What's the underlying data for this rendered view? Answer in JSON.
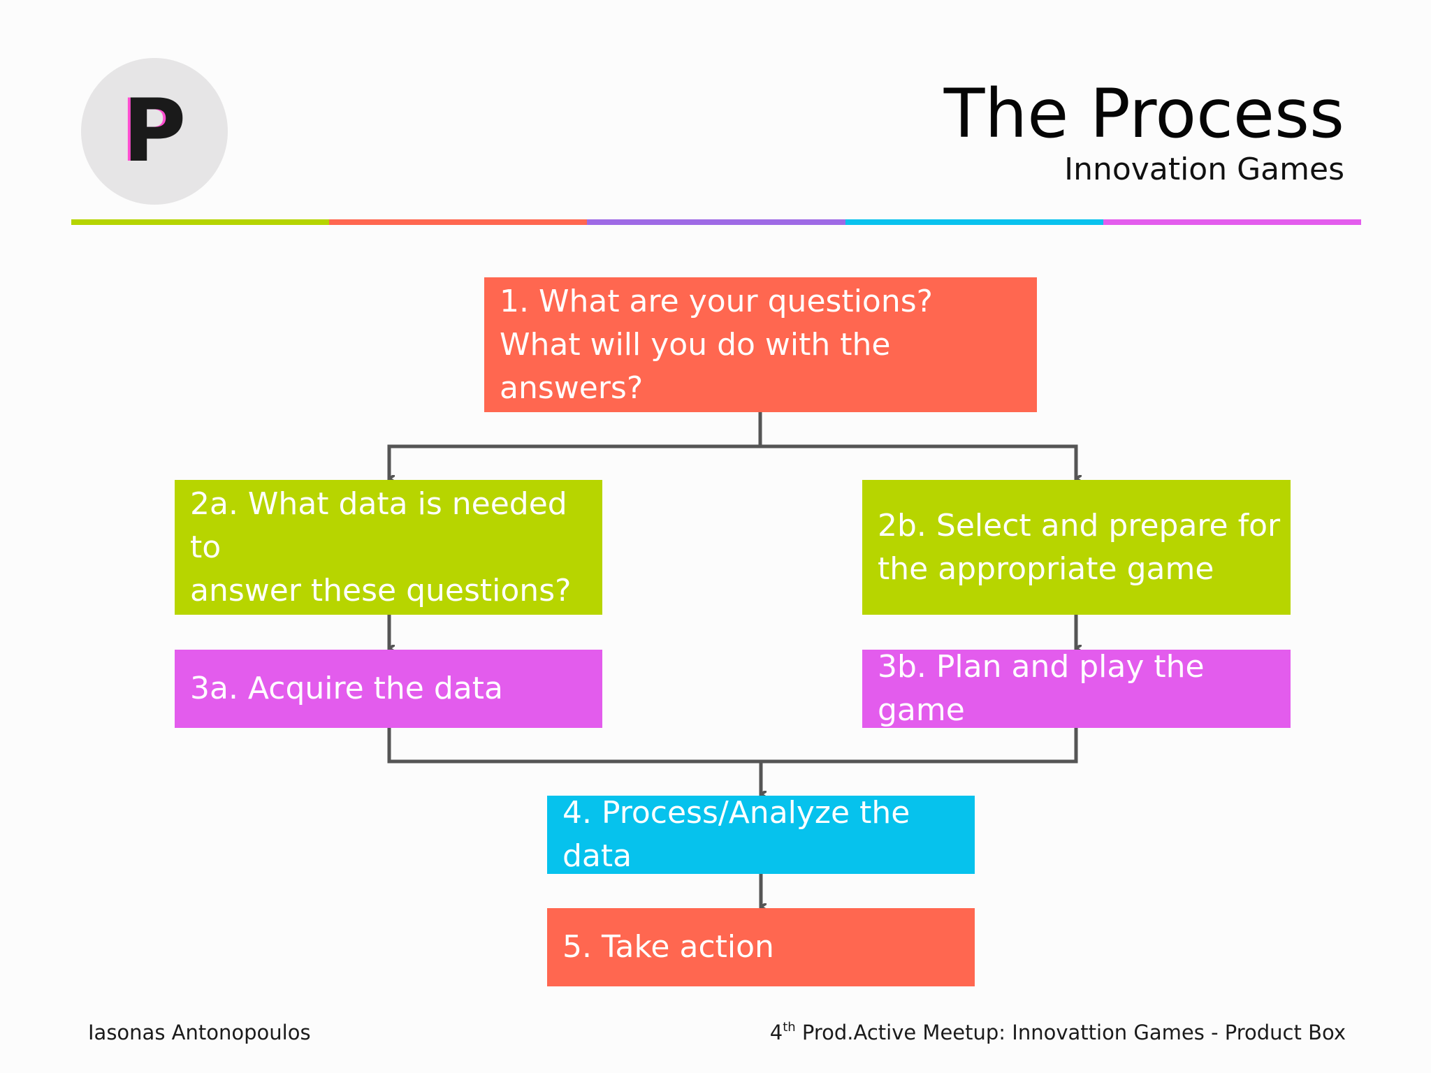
{
  "slide": {
    "title": "The Process",
    "subtitle": "Innovation Games",
    "logo_letter": "P",
    "color_bar": [
      "#b5d400",
      "#ff6750",
      "#9e6ae5",
      "#09c2ee",
      "#e35ded"
    ]
  },
  "diagram": {
    "nodes": [
      {
        "id": "step1",
        "label": "1. What are your questions?\nWhat will you do with the answers?",
        "color": "#ff6750"
      },
      {
        "id": "step2a",
        "label": "2a. What data is needed to\nanswer these questions?",
        "color": "#b7d500"
      },
      {
        "id": "step2b",
        "label": "2b. Select and prepare for\nthe appropriate game",
        "color": "#b7d500"
      },
      {
        "id": "step3a",
        "label": "3a. Acquire the data",
        "color": "#e35ced"
      },
      {
        "id": "step3b",
        "label": "3b. Plan and play the game",
        "color": "#e35ced"
      },
      {
        "id": "step4",
        "label": "4. Process/Analyze the data",
        "color": "#06c2ed"
      },
      {
        "id": "step5",
        "label": "5. Take action",
        "color": "#ff6750"
      }
    ],
    "edges": [
      {
        "from": "step1",
        "to": "step2a"
      },
      {
        "from": "step1",
        "to": "step2b"
      },
      {
        "from": "step2a",
        "to": "step3a"
      },
      {
        "from": "step2b",
        "to": "step3b"
      },
      {
        "from": "step3a",
        "to": "step4"
      },
      {
        "from": "step3b",
        "to": "step4"
      },
      {
        "from": "step4",
        "to": "step5"
      }
    ],
    "connector_color": "#555555"
  },
  "footer": {
    "author": "Iasonas Antonopoulos",
    "event_prefix": "4",
    "event_superscript": "th",
    "event_suffix": " Prod.Active Meetup: Innovattion Games - Product Box"
  }
}
